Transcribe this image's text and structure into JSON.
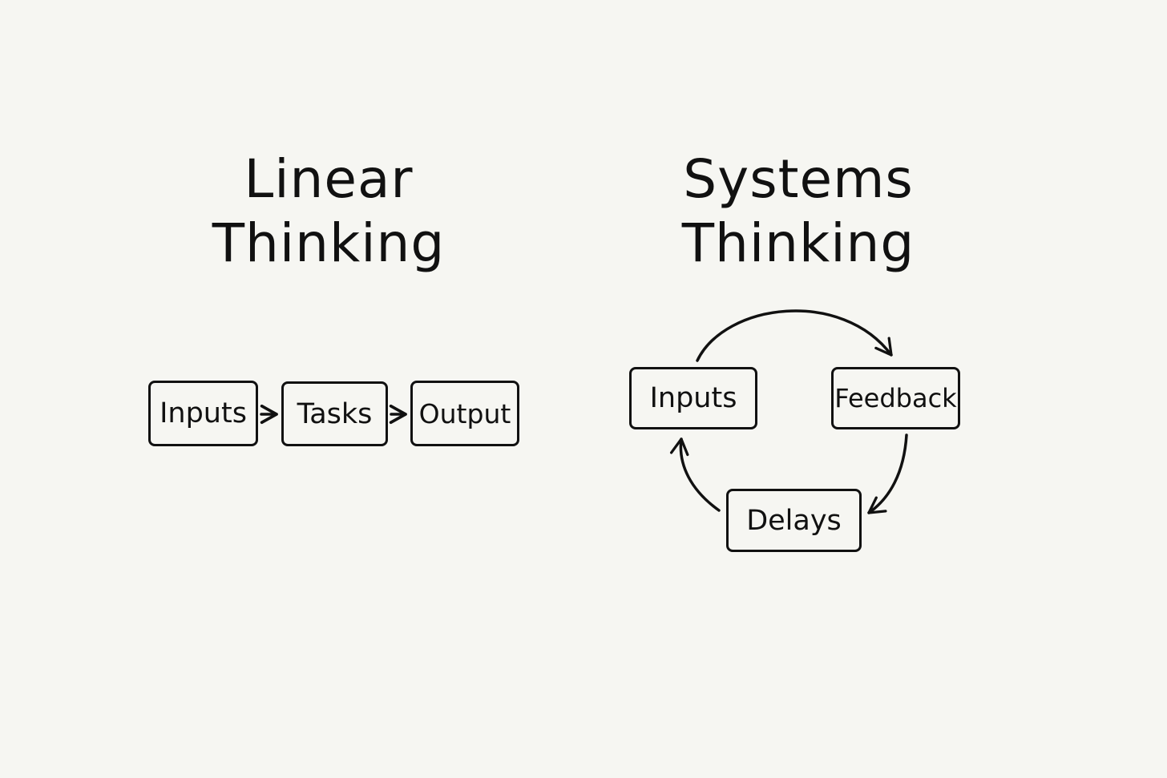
{
  "linear": {
    "title_line1": "Linear",
    "title_line2": "Thinking",
    "nodes": {
      "inputs": "Inputs",
      "tasks": "Tasks",
      "output": "Output"
    }
  },
  "systems": {
    "title_line1": "Systems",
    "title_line2": "Thinking",
    "nodes": {
      "inputs": "Inputs",
      "feedback": "Feedback",
      "delays": "Delays"
    }
  },
  "colors": {
    "background": "#f6f6f2",
    "ink": "#111111"
  }
}
